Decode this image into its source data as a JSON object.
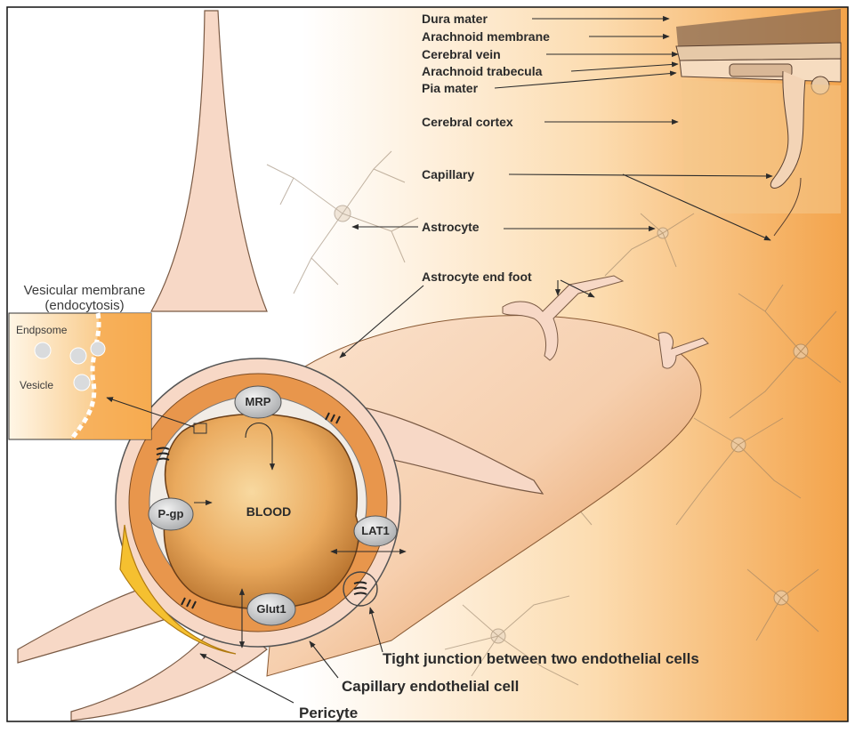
{
  "diagram": {
    "meninges_labels": {
      "dura_mater": "Dura mater",
      "arachnoid_membrane": "Arachnoid membrane",
      "cerebral_vein": "Cerebral vein",
      "arachnoid_trabecula": "Arachnoid trabecula",
      "pia_mater": "Pia mater",
      "cerebral_cortex": "Cerebral cortex"
    },
    "cell_labels": {
      "capillary": "Capillary",
      "astrocyte": "Astrocyte",
      "astrocyte_end_foot": "Astrocyte end foot",
      "tight_junction": "Tight junction between two endothelial cells",
      "capillary_endothelial_cell": "Capillary endothelial cell",
      "pericyte": "Pericyte"
    },
    "inset": {
      "title_line1": "Vesicular membrane",
      "title_line2": "(endocytosis)",
      "endosome": "Endpsome",
      "vesicle": "Vesicle"
    },
    "lumen": "BLOOD",
    "transporters": {
      "mrp": "MRP",
      "pgp": "P-gp",
      "lat1": "LAT1",
      "glut1": "Glut1"
    },
    "colors": {
      "background_gradient_start": "#ffffff",
      "background_gradient_end": "#f0a045",
      "cell_pink": "#f7d8c6",
      "endothelium_orange": "#e89a50",
      "blood_core": "#e6a254",
      "transporter_grey": "#c9cbcc",
      "pericyte_yellow": "#f5c030",
      "outline": "#333333"
    }
  }
}
